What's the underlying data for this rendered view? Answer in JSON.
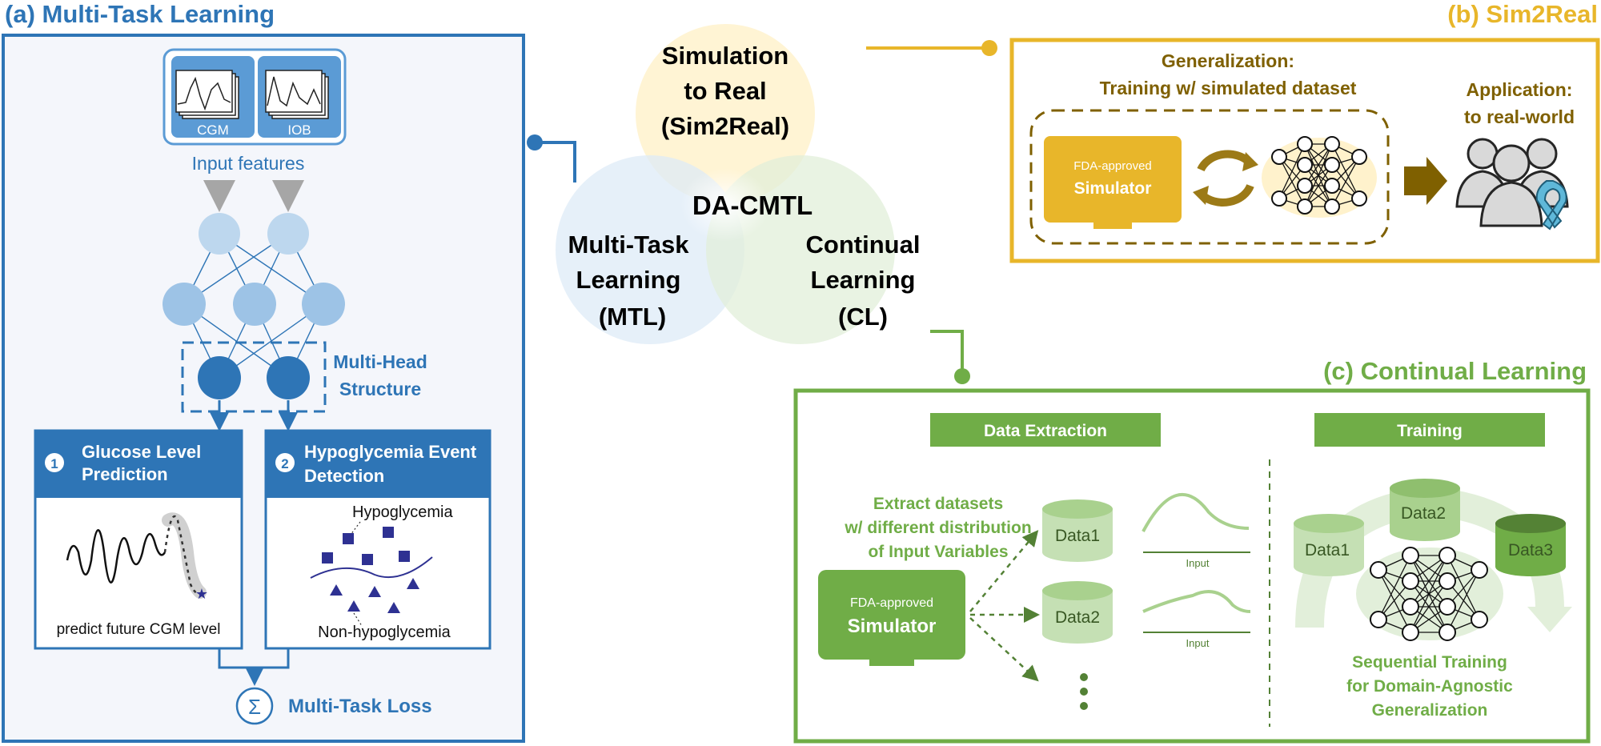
{
  "colors": {
    "blue": "#2e75b6",
    "blue_light": "#bdd7ee",
    "blue_mid": "#9dc3e6",
    "blue_dark": "#2e75b6",
    "gold": "#e8b62a",
    "olive": "#7f6000",
    "green": "#70ad47",
    "green_light": "#c5e0b4",
    "navy": "#2e3192"
  },
  "venn": {
    "top": [
      "Simulation",
      "to Real",
      "(Sim2Real)"
    ],
    "left": [
      "Multi-Task",
      "Learning",
      "(MTL)"
    ],
    "right": [
      "Continual",
      "Learning",
      "(CL)"
    ],
    "center": "DA-CMTL"
  },
  "panel_a": {
    "title": "(a) Multi-Task Learning",
    "input_cgm": "CGM",
    "input_iob": "IOB",
    "input_caption": "Input features",
    "multihead": [
      "Multi-Head",
      "Structure"
    ],
    "task1_num": "1",
    "task1_title": [
      "Glucose Level",
      "Prediction"
    ],
    "task1_caption": "predict future CGM level",
    "task2_num": "2",
    "task2_title": [
      "Hypoglycemia Event",
      "Detection"
    ],
    "task2_hypo": "Hypoglycemia",
    "task2_nonhypo": "Non-hypoglycemia",
    "sigma": "Σ",
    "loss_label": "Multi-Task Loss"
  },
  "panel_b": {
    "title": "(b) Sim2Real",
    "generalization": [
      "Generalization:",
      "Training w/ simulated dataset"
    ],
    "sim_small": "FDA-approved",
    "sim_big": "Simulator",
    "application": [
      "Application:",
      "to real-world"
    ]
  },
  "panel_c": {
    "title": "(c) Continual Learning",
    "data_extraction": "Data Extraction",
    "training": "Training",
    "extract": [
      "Extract datasets",
      "w/ different distribution",
      "of Input Variables"
    ],
    "sim_small": "FDA-approved",
    "sim_big": "Simulator",
    "data1": "Data1",
    "data2": "Data2",
    "data3": "Data3",
    "input_label": "Input",
    "sequential": [
      "Sequential Training",
      "for Domain-Agnostic",
      "Generalization"
    ]
  }
}
